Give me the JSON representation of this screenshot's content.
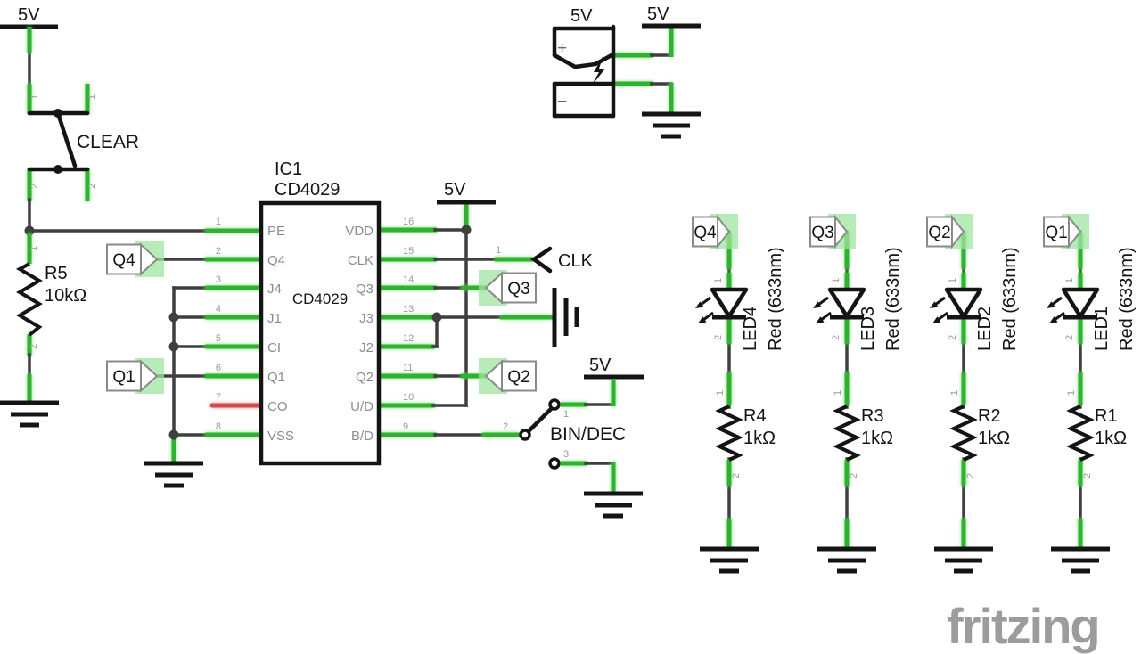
{
  "colors": {
    "wire_dark": "#3f3f3f",
    "wire_green": "#2fb22f",
    "wire_red": "#cf4d4d",
    "symbol_black": "#141414",
    "pin_label_gray": "#8c8c8c",
    "pin_number_gray": "#9a9a9a",
    "net_highlight_green": "#9fe49f",
    "logo_gray": "#9c9c9c"
  },
  "rail_label": "5V",
  "clear": {
    "label": "CLEAR",
    "pin_top_a": "1",
    "pin_top_b": "1",
    "pin_bot_a": "2",
    "pin_bot_b": "2"
  },
  "r5": {
    "ref": "R5",
    "value": "10kΩ",
    "pin1": "1",
    "pin2": "2"
  },
  "ic": {
    "ref": "IC1",
    "part": "CD4029",
    "inner": "CD4029",
    "left": [
      {
        "n": "1",
        "t": "PE"
      },
      {
        "n": "2",
        "t": "Q4"
      },
      {
        "n": "3",
        "t": "J4"
      },
      {
        "n": "4",
        "t": "J1"
      },
      {
        "n": "5",
        "t": "CI"
      },
      {
        "n": "6",
        "t": "Q1"
      },
      {
        "n": "7",
        "t": "CO"
      },
      {
        "n": "8",
        "t": "VSS"
      }
    ],
    "right": [
      {
        "n": "16",
        "t": "VDD"
      },
      {
        "n": "15",
        "t": "CLK"
      },
      {
        "n": "14",
        "t": "Q3"
      },
      {
        "n": "13",
        "t": "J3"
      },
      {
        "n": "12",
        "t": "J2"
      },
      {
        "n": "11",
        "t": "Q2"
      },
      {
        "n": "10",
        "t": "U/D"
      },
      {
        "n": "9",
        "t": "B/D"
      }
    ]
  },
  "labels": {
    "q4": "Q4",
    "q1": "Q1",
    "q3": "Q3",
    "q2": "Q2"
  },
  "clk": {
    "label": "CLK",
    "pin": "1"
  },
  "bindec": {
    "label": "BIN/DEC",
    "p1": "1",
    "p2": "2",
    "p3": "3"
  },
  "jack": {
    "label": "5V",
    "plus": "+",
    "minus": "−"
  },
  "cols": [
    {
      "net": "Q4",
      "led": "LED4",
      "color": "Red (633nm)",
      "res": "R4",
      "val": "1kΩ",
      "lp1": "1",
      "lp2": "2",
      "rp1": "1",
      "rp2": "2"
    },
    {
      "net": "Q3",
      "led": "LED3",
      "color": "Red (633nm)",
      "res": "R3",
      "val": "1kΩ",
      "lp1": "1",
      "lp2": "2",
      "rp1": "1",
      "rp2": "2"
    },
    {
      "net": "Q2",
      "led": "LED2",
      "color": "Red (633nm)",
      "res": "R2",
      "val": "1kΩ",
      "lp1": "1",
      "lp2": "2",
      "rp1": "1",
      "rp2": "2"
    },
    {
      "net": "Q1",
      "led": "LED1",
      "color": "Red (633nm)",
      "res": "R1",
      "val": "1kΩ",
      "lp1": "1",
      "lp2": "2",
      "rp1": "1",
      "rp2": "2"
    }
  ],
  "logo": "fritzing"
}
